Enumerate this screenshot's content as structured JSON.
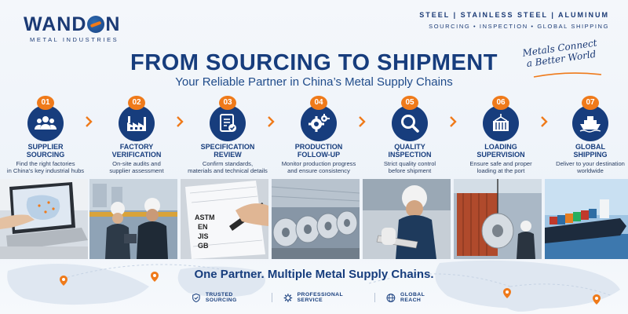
{
  "brand": {
    "name_left": "WAND",
    "name_right": "N",
    "subtitle": "METAL INDUSTRIES"
  },
  "top_tagline": {
    "line1": "STEEL  |  STAINLESS STEEL  |  ALUMINUM",
    "line2": "SOURCING  •  INSPECTION  •  GLOBAL SHIPPING"
  },
  "script_slogan": {
    "line1": "Metals Connect",
    "line2": "a Better World"
  },
  "headline": "FROM SOURCING TO SHIPMENT",
  "subheadline": "Your Reliable Partner in China’s Metal Supply Chains",
  "steps": [
    {
      "number": "01",
      "title1": "SUPPLIER",
      "title2": "SOURCING",
      "desc1": "Find the right factories",
      "desc2": "in China’s key industrial hubs",
      "icon": "people-group-icon"
    },
    {
      "number": "02",
      "title1": "FACTORY",
      "title2": "VERIFICATION",
      "desc1": "On-site audits and",
      "desc2": "supplier assessment",
      "icon": "factory-icon"
    },
    {
      "number": "03",
      "title1": "SPECIFICATION",
      "title2": "REVIEW",
      "desc1": "Confirm standards,",
      "desc2": "materials and technical details",
      "icon": "checklist-icon"
    },
    {
      "number": "04",
      "title1": "PRODUCTION",
      "title2": "FOLLOW-UP",
      "desc1": "Monitor production progress",
      "desc2": "and ensure consistency",
      "icon": "gears-icon"
    },
    {
      "number": "05",
      "title1": "QUALITY",
      "title2": "INSPECTION",
      "desc1": "Strict quality control",
      "desc2": "before shipment",
      "icon": "magnifier-icon"
    },
    {
      "number": "06",
      "title1": "LOADING",
      "title2": "SUPERVISION",
      "desc1": "Ensure safe and proper",
      "desc2": "loading at the port",
      "icon": "container-icon"
    },
    {
      "number": "07",
      "title1": "GLOBAL",
      "title2": "SHIPPING",
      "desc1": "Deliver to your destination",
      "desc2": "worldwide",
      "icon": "ship-icon"
    }
  ],
  "photo_doc_labels": [
    "ASTM",
    "EN",
    "JIS",
    "GB"
  ],
  "bottom_headline": "One Partner. Multiple Metal Supply Chains.",
  "features": [
    {
      "label": "TRUSTED SOURCING",
      "icon": "shield-check-icon"
    },
    {
      "label": "PROFESSIONAL SERVICE",
      "icon": "gear-icon"
    },
    {
      "label": "GLOBAL REACH",
      "icon": "globe-icon"
    }
  ],
  "colors": {
    "navy": "#173d7d",
    "orange": "#ef7a1a",
    "background": "#f4f7fb"
  }
}
